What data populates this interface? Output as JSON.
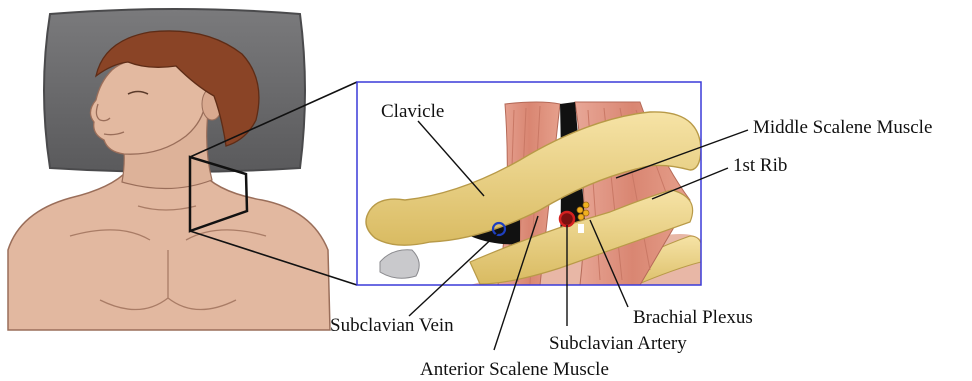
{
  "labels": {
    "clavicle": "Clavicle",
    "middle_scalene": "Middle Scalene Muscle",
    "first_rib": "1st Rib",
    "subclavian_vein": "Subclavian Vein",
    "brachial_plexus": "Brachial Plexus",
    "subclavian_artery": "Subclavian Artery",
    "anterior_scalene": "Anterior Scalene Muscle"
  },
  "colors": {
    "skin": "#e2b8a0",
    "skin_shadow": "#c99a82",
    "hair": "#8a4426",
    "pillow": "#6e6e70",
    "bone": "#ecd58a",
    "muscle": "#e49a86",
    "vein": "#1e3fbf",
    "artery": "#c81e1e",
    "nerve": "#e8a21a",
    "inset_border": "#3a3ad8"
  }
}
